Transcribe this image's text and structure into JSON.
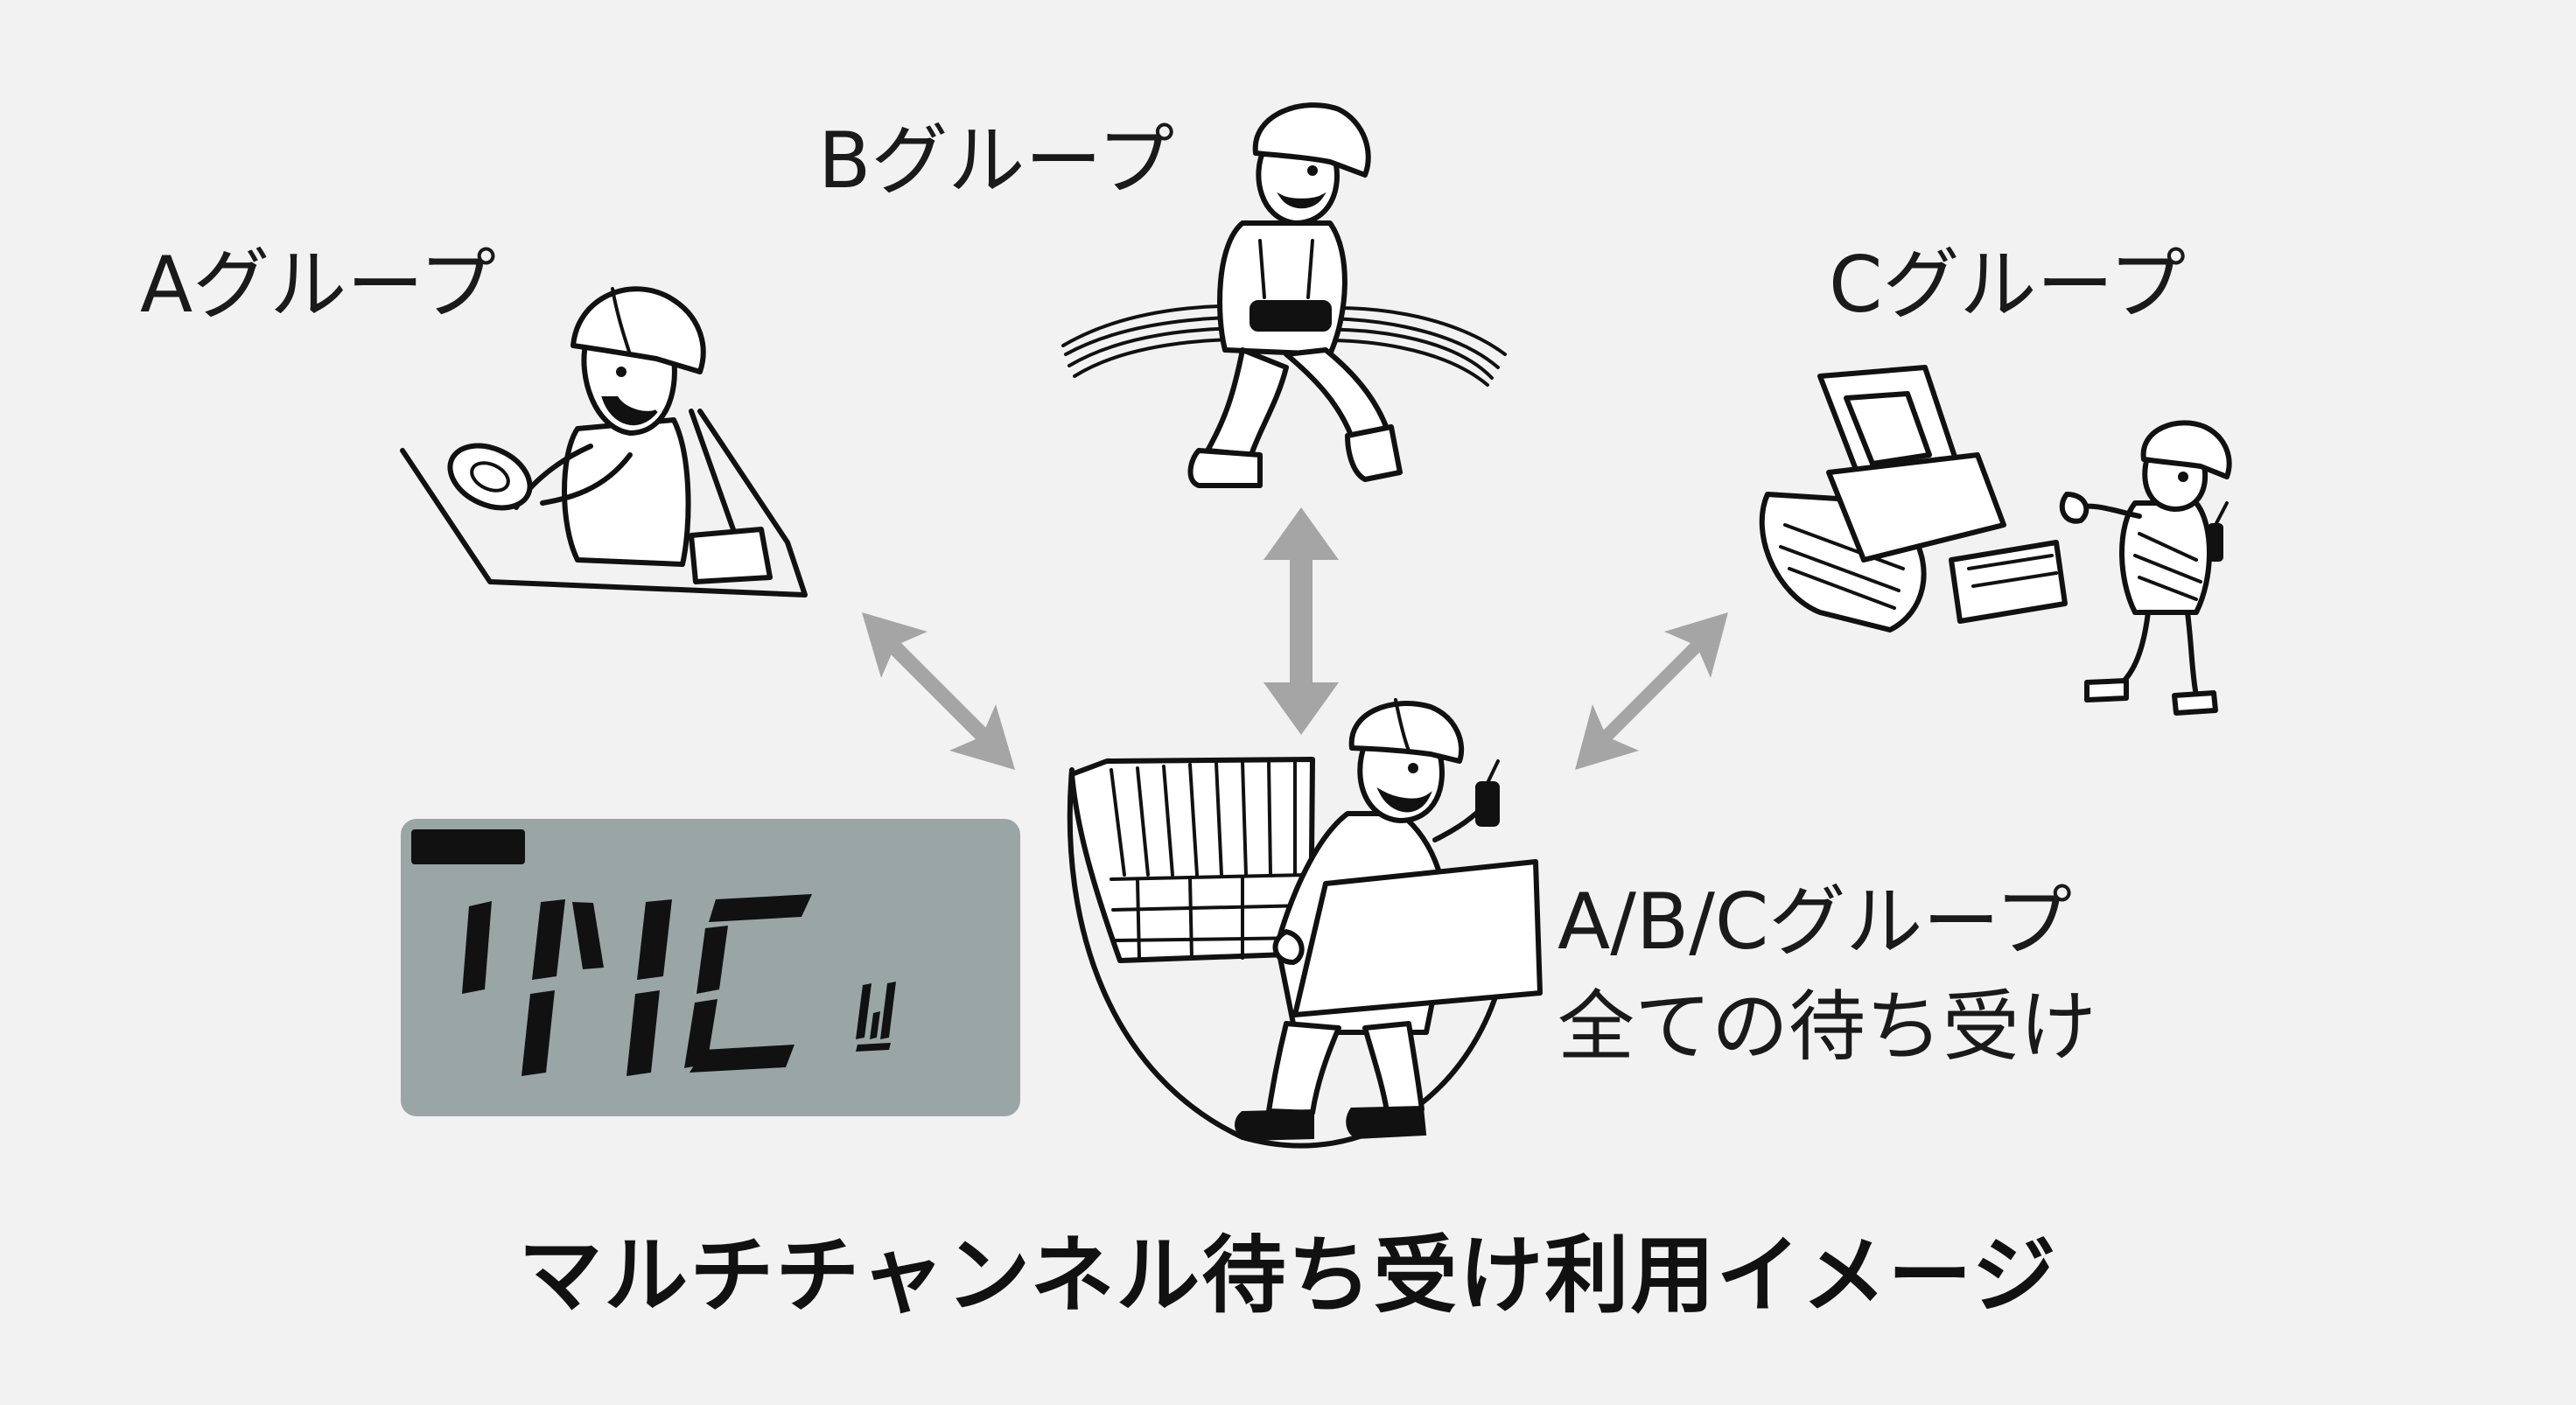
{
  "groups": {
    "a": "Aグループ",
    "b": "Bグループ",
    "c": "Cグループ",
    "abc_line1": "A/B/Cグループ",
    "abc_line2": "全ての待ち受け"
  },
  "caption": "マルチチャンネル待ち受け利用イメージ",
  "colors": {
    "background": "#f2f2f2",
    "arrow": "#a5a5a5",
    "lcd_background": "#9aa6a6",
    "lcd_segments": "#111111"
  },
  "lcd": {
    "display": "MC",
    "sub_glyph": "W"
  },
  "icons": [
    "driver-figure-icon",
    "cable-worker-figure-icon",
    "excavator-with-worker-icon",
    "leader-with-radio-icon"
  ]
}
